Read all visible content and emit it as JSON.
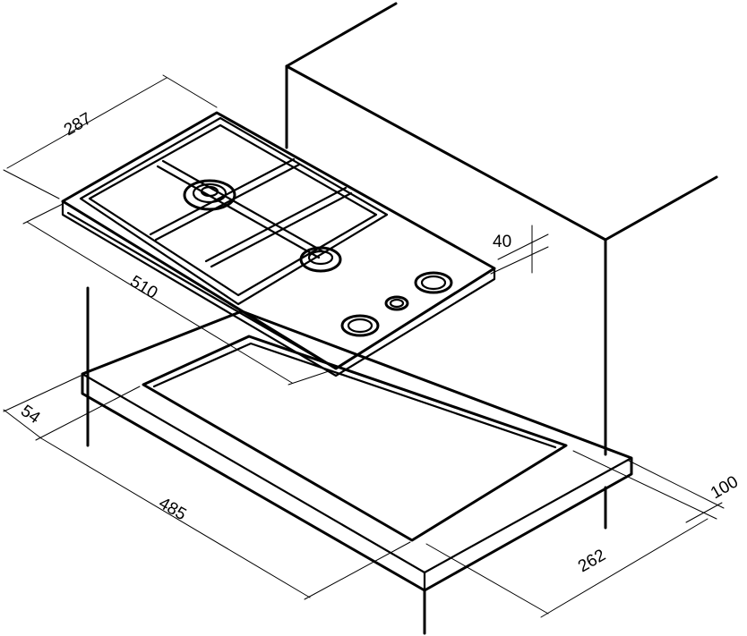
{
  "dimensions": {
    "hob_depth": "287",
    "hob_width": "510",
    "hob_height": "40",
    "cutout_offset": "54",
    "cutout_width": "485",
    "cutout_depth": "262",
    "cabinet_clearance": "100"
  },
  "colors": {
    "line": "#000000",
    "background": "#ffffff"
  }
}
